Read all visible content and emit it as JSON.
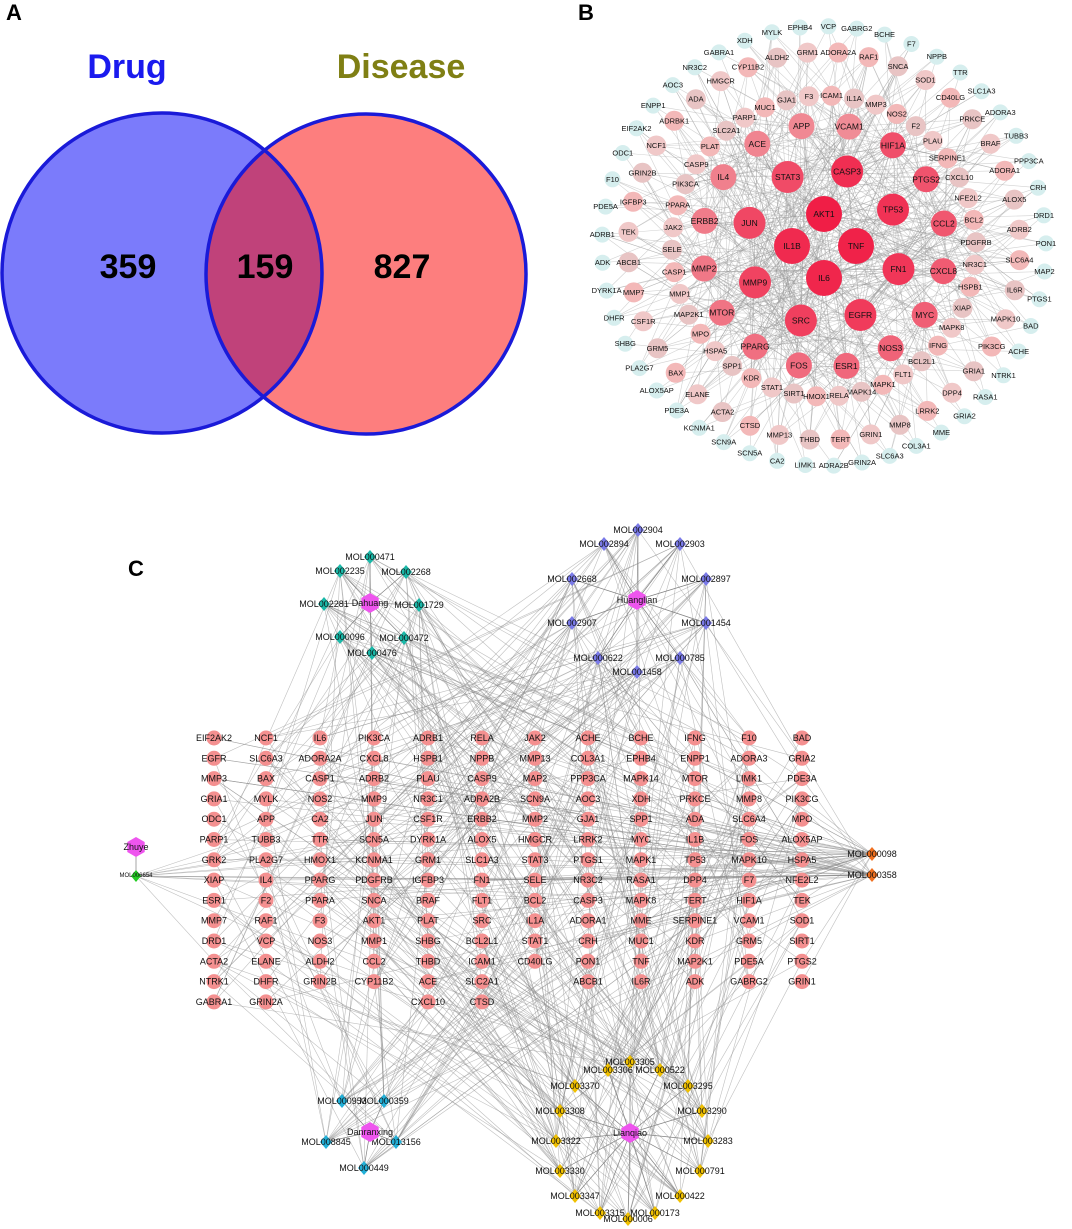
{
  "panels": {
    "a": {
      "letter": "A",
      "venn": {
        "left": {
          "label": "Drug",
          "only_count": "359",
          "fill": "#7b7bfb",
          "label_color": "#1a1aee"
        },
        "right": {
          "label": "Disease",
          "only_count": "827",
          "fill": "#fd7e7e",
          "label_color": "#7f7f14"
        },
        "overlap": {
          "count": "159",
          "fill": "#c0427a"
        },
        "outline_color": "#1a1ad8"
      }
    },
    "b": {
      "letter": "B",
      "hubs": [
        "AKT1",
        "TNF",
        "IL6",
        "IL1B",
        "CASP3",
        "TP53",
        "FN1",
        "EGFR",
        "SRC",
        "MMP9",
        "JUN",
        "STAT3",
        "HIF1A",
        "PTGS2",
        "CCL2",
        "CXCL8",
        "MYC",
        "NOS3",
        "ESR1",
        "FOS",
        "PPARG",
        "MTOR",
        "MMP2",
        "ERBB2",
        "IL4",
        "ACE",
        "APP",
        "VCAM1"
      ],
      "mid": [
        "ICAM1",
        "IL1A",
        "MMP3",
        "NOS2",
        "F2",
        "PLAU",
        "SERPINE1",
        "CXCL10",
        "NFE2L2",
        "BCL2",
        "PDGFRB",
        "NR3C1",
        "HSPB1",
        "XIAP",
        "MAPK8",
        "IFNG",
        "BCL2L1",
        "FLT1",
        "MAPK1",
        "MAPK14",
        "RELA",
        "HMOX1",
        "SIRT1",
        "STAT1",
        "KDR",
        "SPP1",
        "HSPA5",
        "MPO",
        "MAP2K1",
        "MMP1",
        "CASP1",
        "SELE",
        "JAK2",
        "PPARA",
        "PIK3CA",
        "CASP9",
        "PLAT",
        "SLC2A1",
        "PARP1",
        "MUC1",
        "GJA1",
        "F3",
        "RAF1",
        "SNCA",
        "SOD1",
        "CD40LG",
        "PRKCE",
        "BRAF",
        "ADORA1",
        "ALOX5",
        "ADRB2",
        "SLC6A4",
        "IL6R",
        "MAPK10",
        "PIK3CG",
        "GRIA1",
        "DPP4",
        "LRRK2",
        "MMP8",
        "GRIN1",
        "TERT",
        "THBD",
        "MMP13",
        "CTSD",
        "ACTA2",
        "ELANE",
        "BAX",
        "GRM5",
        "CSF1R",
        "MMP7",
        "ABCB1",
        "TEK",
        "IGFBP3",
        "GRIN2B",
        "NCF1",
        "ADRBK1",
        "ADA",
        "HMGCR",
        "CYP11B2",
        "ALDH2",
        "GRM1",
        "ADORA2A"
      ],
      "outer": [
        "VCP",
        "GABRG2",
        "BCHE",
        "F7",
        "NPPB",
        "TTR",
        "SLC1A3",
        "ADORA3",
        "TUBB3",
        "PPP3CA",
        "CRH",
        "DRD1",
        "PON1",
        "MAP2",
        "PTGS1",
        "BAD",
        "ACHE",
        "NTRK1",
        "RASA1",
        "GRIA2",
        "MME",
        "COL3A1",
        "SLC6A3",
        "GRIN2A",
        "ADRA2B",
        "LIMK1",
        "CA2",
        "SCN5A",
        "SCN9A",
        "KCNMA1",
        "PDE3A",
        "ALOX5AP",
        "PLA2G7",
        "SHBG",
        "DHFR",
        "DYRK1A",
        "ADK",
        "ADRB1",
        "PDE5A",
        "F10",
        "ODC1",
        "EIF2AK2",
        "ENPP1",
        "AOC3",
        "NR3C2",
        "GABRA1",
        "XDH",
        "MYLK",
        "EPHB4"
      ]
    },
    "c": {
      "letter": "C",
      "herbs": [
        {
          "name": "Dahuang",
          "color": "#ee55ee"
        },
        {
          "name": "Huanglian",
          "color": "#ee55ee"
        },
        {
          "name": "Zhuye",
          "color": "#ee55ee"
        },
        {
          "name": "Danranxing",
          "color": "#ee55ee"
        },
        {
          "name": "Lianqiao",
          "color": "#ee55ee"
        }
      ],
      "groups": {
        "dahuang": {
          "color": "#1ab8a8",
          "mols": [
            "MOL000471",
            "MOL002235",
            "MOL002268",
            "MOL002281",
            "MOL001729",
            "MOL000096",
            "MOL000472",
            "MOL000476"
          ]
        },
        "huanglian": {
          "color": "#7a7ae8",
          "mols": [
            "MOL002904",
            "MOL002894",
            "MOL002903",
            "MOL002668",
            "MOL002897",
            "MOL002907",
            "MOL001454",
            "MOL000622",
            "MOL000785",
            "MOL001458"
          ]
        },
        "zhuye": {
          "color": "#22cc22",
          "mols": [
            "MOL006654"
          ]
        },
        "orange": {
          "color": "#f07020",
          "mols": [
            "MOL000098",
            "MOL000358"
          ]
        },
        "danranxing": {
          "color": "#22b0d8",
          "mols": [
            "MOL000953",
            "MOL000359",
            "MOL008845",
            "MOL013156",
            "MOL000449"
          ]
        },
        "lianqiao": {
          "color": "#f0c000",
          "mols": [
            "MOL003305",
            "MOL003306",
            "MOL000522",
            "MOL003370",
            "MOL003295",
            "MOL003308",
            "MOL003290",
            "MOL003322",
            "MOL003283",
            "MOL003330",
            "MOL000791",
            "MOL003347",
            "MOL000422",
            "MOL003315",
            "MOL000173",
            "MOL000006"
          ]
        }
      },
      "target_color": "#f49090",
      "target_columns": [
        [
          "EIF2AK2",
          "EGFR",
          "MMP3",
          "GRIA1",
          "ODC1",
          "PARP1",
          "GRK2",
          "XIAP",
          "ESR1",
          "MMP7",
          "DRD1",
          "ACTA2",
          "NTRK1",
          "GABRA1"
        ],
        [
          "NCF1",
          "SLC6A3",
          "BAX",
          "MYLK",
          "APP",
          "TUBB3",
          "PLA2G7",
          "IL4",
          "F2",
          "RAF1",
          "VCP",
          "ELANE",
          "DHFR",
          "GRIN2A"
        ],
        [
          "IL6",
          "ADORA2A",
          "CASP1",
          "NOS2",
          "CA2",
          "TTR",
          "HMOX1",
          "PPARG",
          "PPARA",
          "F3",
          "NOS3",
          "ALDH2",
          "GRIN2B"
        ],
        [
          "PIK3CA",
          "CXCL8",
          "ADRB2",
          "MMP9",
          "JUN",
          "SCN5A",
          "KCNMA1",
          "PDGFRB",
          "SNCA",
          "AKT1",
          "MMP1",
          "CCL2",
          "CYP11B2"
        ],
        [
          "ADRB1",
          "HSPB1",
          "PLAU",
          "NR3C1",
          "CSF1R",
          "DYRK1A",
          "GRM1",
          "IGFBP3",
          "BRAF",
          "PLAT",
          "SHBG",
          "THBD",
          "ACE",
          "CXCL10"
        ],
        [
          "RELA",
          "NPPB",
          "CASP9",
          "ADRA2B",
          "ERBB2",
          "ALOX5",
          "SLC1A3",
          "FN1",
          "FLT1",
          "SRC",
          "BCL2L1",
          "ICAM1",
          "SLC2A1",
          "CTSD"
        ],
        [
          "JAK2",
          "MMP13",
          "MAP2",
          "SCN9A",
          "MMP2",
          "HMGCR",
          "STAT3",
          "SELE",
          "BCL2",
          "IL1A",
          "STAT1",
          "CD40LG"
        ],
        [
          "ACHE",
          "COL3A1",
          "PPP3CA",
          "AOC3",
          "GJA1",
          "LRRK2",
          "PTGS1",
          "NR3C2",
          "CASP3",
          "ADORA1",
          "CRH",
          "PON1",
          "ABCB1"
        ],
        [
          "BCHE",
          "EPHB4",
          "MAPK14",
          "XDH",
          "SPP1",
          "MYC",
          "MAPK1",
          "RASA1",
          "MAPK8",
          "MME",
          "MUC1",
          "TNF",
          "IL6R"
        ],
        [
          "IFNG",
          "ENPP1",
          "MTOR",
          "PRKCE",
          "ADA",
          "IL1B",
          "TP53",
          "DPP4",
          "TERT",
          "SERPINE1",
          "KDR",
          "MAP2K1",
          "ADK"
        ],
        [
          "F10",
          "ADORA3",
          "LIMK1",
          "MMP8",
          "SLC6A4",
          "FOS",
          "MAPK10",
          "F7",
          "HIF1A",
          "VCAM1",
          "GRM5",
          "PDE5A",
          "GABRG2"
        ],
        [
          "BAD",
          "GRIA2",
          "PDE3A",
          "PIK3CG",
          "MPO",
          "ALOX5AP",
          "HSPA5",
          "NFE2L2",
          "TEK",
          "SOD1",
          "SIRT1",
          "PTGS2",
          "GRIN1"
        ]
      ]
    }
  }
}
